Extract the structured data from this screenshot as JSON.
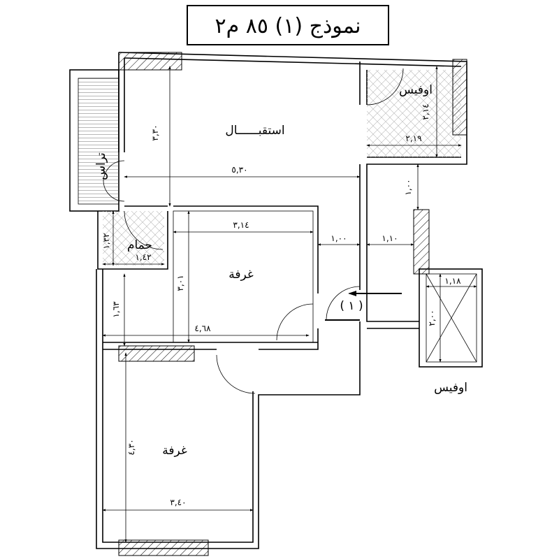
{
  "title": "نموذج (١) ٨٥ م٢",
  "rooms": {
    "reception": "استقبــــــال",
    "office_top": "اوفيس",
    "office_bottom": "اوفيس",
    "terrace": "تراس",
    "bathroom": "حمام",
    "room1": "غرفة",
    "room2": "غرفة"
  },
  "entrance_label": "( ١ )",
  "dimensions": {
    "reception_height": "٣,٣٠",
    "reception_width": "٥,٣٠",
    "office_height": "٢,١٤",
    "office_width": "٢,١٩",
    "corridor_gap": "١,٠٠",
    "corridor_width": "١,٠٠",
    "corridor_width2": "١,١٠",
    "room1_width": "٣,١٤",
    "bath_height": "١,٣٢",
    "bath_width": "١,٤٢",
    "room1_height": "٣,٠١",
    "hall_height": "١,٦٣",
    "hall_width": "٤,٦٨",
    "room2_height": "٤,٣٠",
    "room2_width": "٣,٤٠",
    "elevator_width": "١,١٨",
    "elevator_height": "٢,٠٠"
  }
}
